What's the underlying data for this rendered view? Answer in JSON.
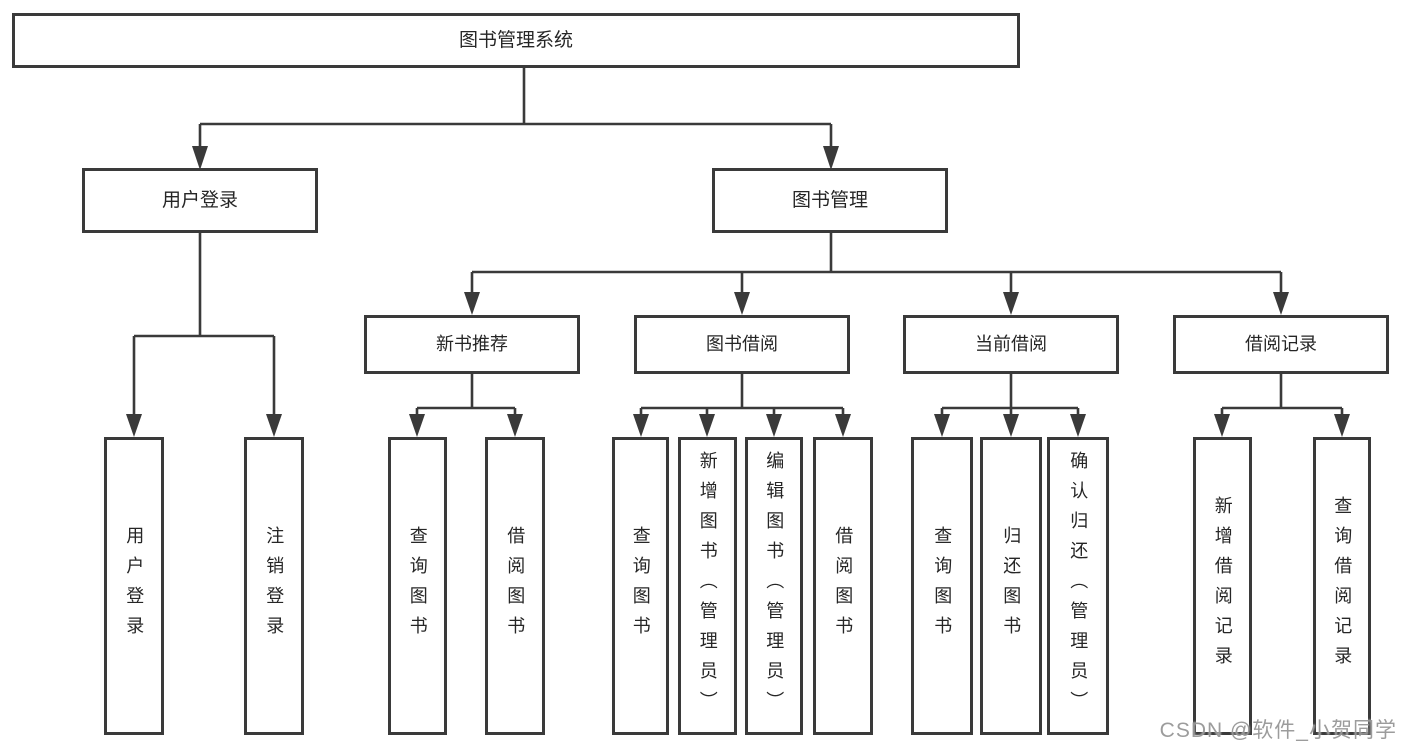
{
  "diagram": {
    "root": {
      "label": "图书管理系统"
    },
    "level2": [
      {
        "label": "用户登录"
      },
      {
        "label": "图书管理"
      }
    ],
    "level3": [
      {
        "label": "新书推荐"
      },
      {
        "label": "图书借阅"
      },
      {
        "label": "当前借阅"
      },
      {
        "label": "借阅记录"
      }
    ],
    "leaves": {
      "user_login": [
        "用户登录",
        "注销登录"
      ],
      "new_book": [
        "查询图书",
        "借阅图书"
      ],
      "book_borrow": [
        "查询图书",
        "新增图书（管理员）",
        "编辑图书（管理员）",
        "借阅图书"
      ],
      "current_borrow": [
        "查询图书",
        "归还图书",
        "确认归还（管理员）"
      ],
      "borrow_record": [
        "新增借阅记录",
        "查询借阅记录"
      ]
    }
  },
  "watermark": "CSDN @软件_小贺同学",
  "colors": {
    "line": "#3a3a3a",
    "box_border": "#3a3a3a",
    "text": "#262626",
    "watermark": "#949494",
    "background": "#ffffff"
  }
}
